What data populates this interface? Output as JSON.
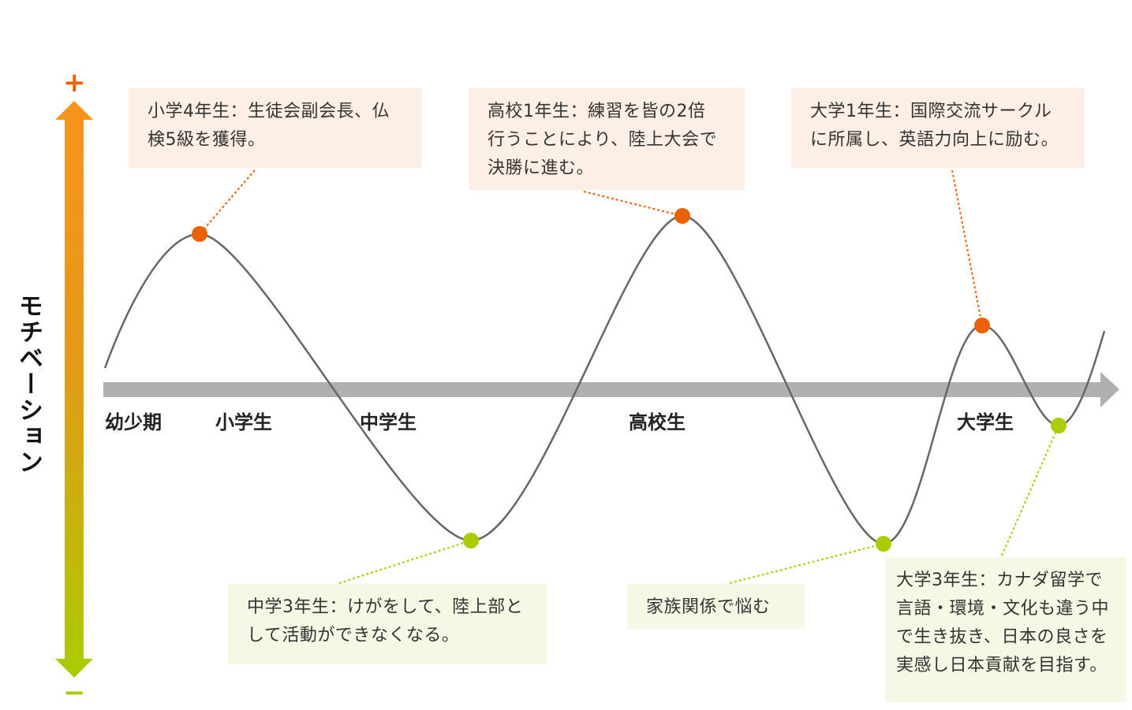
{
  "y_axis": {
    "label": "モチベーション",
    "plus": "+",
    "minus": "−",
    "top_color": "#f7941d",
    "bottom_color": "#aacc00"
  },
  "x_axis": {
    "stages": [
      "幼少期",
      "小学生",
      "中学生",
      "高校生",
      "大学生"
    ]
  },
  "colors": {
    "high": "#eb6100",
    "low": "#aacc00",
    "curve": "#6b6565",
    "axis": "#b0b0b0"
  },
  "events": [
    {
      "type": "high",
      "text": "小学4年生：生徒会副会長、仏\n検5級を獲得。"
    },
    {
      "type": "high",
      "text": "高校1年生：練習を皆の2倍\n行うことにより、陸上大会で\n決勝に進む。"
    },
    {
      "type": "high",
      "text": "大学1年生：国際交流サークル\nに所属し、英語力向上に励む。"
    },
    {
      "type": "low",
      "text": "中学3年生：けがをして、陸上部と\nして活動ができなくなる。"
    },
    {
      "type": "low",
      "text": "家族関係で悩む"
    },
    {
      "type": "low",
      "text": "大学3年生：カナダ留学で\n言語・環境・文化も違う中\nで生き抜き、日本の良さを\n実感し日本貢献を目指す。"
    }
  ]
}
